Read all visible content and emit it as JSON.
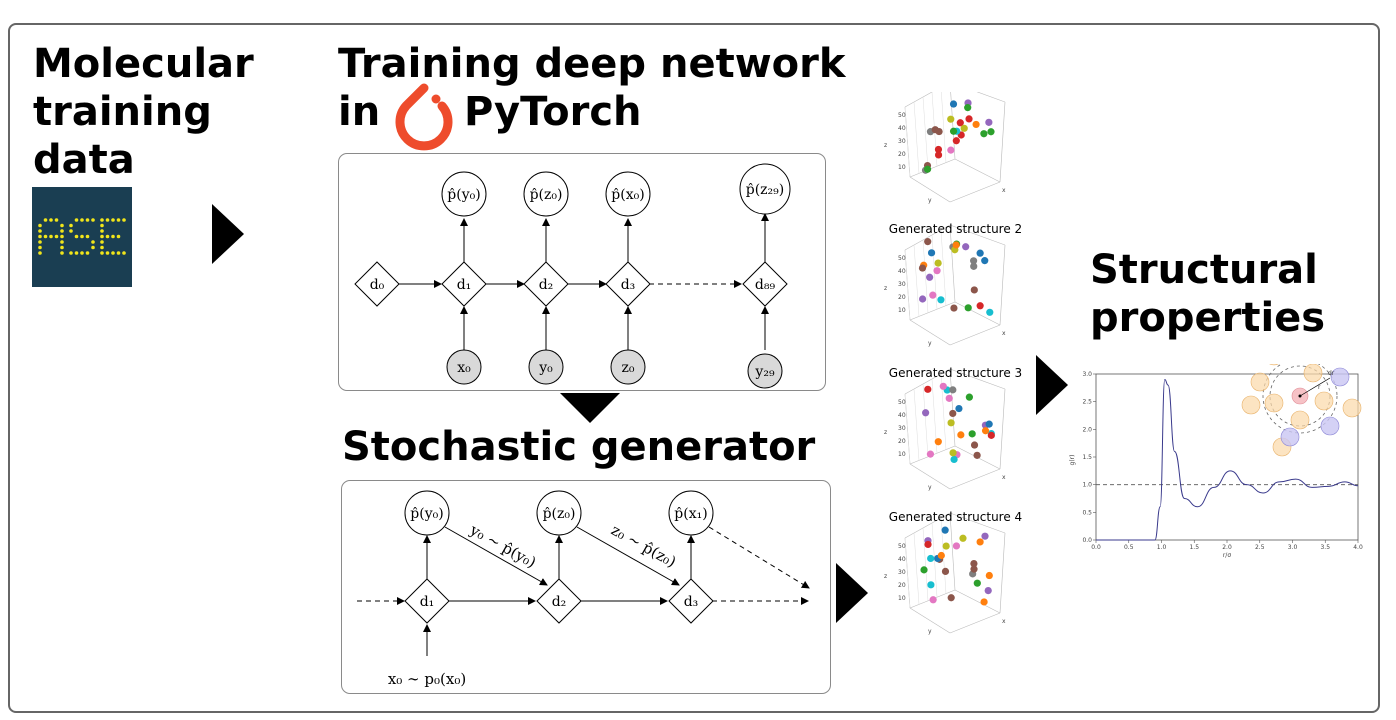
{
  "titles": {
    "molecular": [
      "Molecular",
      "training",
      "data"
    ],
    "training": [
      "Training deep network",
      "in",
      "PyTorch"
    ],
    "stochastic": "Stochastic generator",
    "structural": [
      "Structural",
      "properties"
    ]
  },
  "logo": {
    "text": "ASE",
    "icon": "ase-logo-icon",
    "pytorch_icon": "pytorch-flame-icon",
    "pytorch_color": "#ee4c2c"
  },
  "network": {
    "outputs": [
      "p̂(y₀)",
      "p̂(z₀)",
      "p̂(x₀)",
      "p̂(z₂₉)"
    ],
    "states": [
      "d₀",
      "d₁",
      "d₂",
      "d₃",
      "d₈₉"
    ],
    "inputs": [
      "x₀",
      "y₀",
      "z₀",
      "y₂₉"
    ]
  },
  "generator": {
    "outputs": [
      "p̂(y₀)",
      "p̂(z₀)",
      "p̂(x₁)"
    ],
    "states": [
      "d₁",
      "d₂",
      "d₃"
    ],
    "samples": [
      "y₀ ∼ p̂(y₀)",
      "z₀ ∼ p̂(z₀)"
    ],
    "initial": "x₀ ∼ p₀(x₀)"
  },
  "structures": {
    "captions": [
      "Generated structure 2",
      "Generated structure 3",
      "Generated structure 4"
    ],
    "axis_ticks": [
      "50",
      "40",
      "30",
      "20",
      "10"
    ],
    "axis_labels": [
      "x",
      "y",
      "z"
    ],
    "atom_colors": [
      "#1f77b4",
      "#d62728",
      "#2ca02c",
      "#ff7f0e",
      "#9467bd",
      "#8c564b",
      "#e377c2",
      "#bcbd22",
      "#17becf",
      "#7f7f7f"
    ]
  },
  "rdf": {
    "x_ticks": [
      "0.0",
      "0.5",
      "1.0",
      "1.5",
      "2.0",
      "2.5",
      "3.0",
      "3.5",
      "4.0"
    ],
    "y_ticks": [
      "0.0",
      "0.5",
      "1.0",
      "1.5",
      "2.0",
      "2.5",
      "3.0"
    ],
    "xlabel": "r/σ",
    "ylabel": "g(r)",
    "inset_label": "dr",
    "inset_r_label": "r"
  },
  "chart_data": {
    "type": "line",
    "x": [
      0.0,
      0.5,
      0.9,
      0.98,
      1.05,
      1.1,
      1.2,
      1.35,
      1.55,
      1.8,
      2.05,
      2.3,
      2.55,
      2.8,
      3.05,
      3.3,
      3.55,
      3.8,
      4.0
    ],
    "series": [
      {
        "values": [
          0.0,
          0.0,
          0.0,
          0.6,
          2.9,
          2.8,
          1.6,
          0.75,
          0.6,
          0.95,
          1.25,
          1.0,
          0.85,
          1.05,
          1.1,
          0.95,
          0.97,
          1.05,
          0.98
        ]
      }
    ],
    "reference_line": 1.0,
    "xlim": [
      0.0,
      4.0
    ],
    "ylim": [
      0.0,
      3.0
    ],
    "xlabel": "r/σ",
    "ylabel": "g(r)"
  }
}
